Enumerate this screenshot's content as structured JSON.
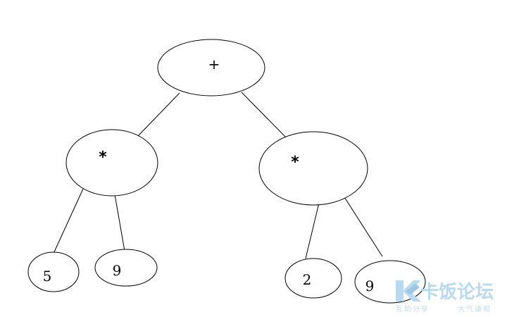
{
  "tree": {
    "root": {
      "label": "+"
    },
    "left_op": {
      "label": "*"
    },
    "right_op": {
      "label": "*"
    },
    "leaves": [
      {
        "label": "5"
      },
      {
        "label": "9"
      },
      {
        "label": "2"
      },
      {
        "label": "9"
      }
    ]
  },
  "watermark": {
    "brand": "卡饭论坛",
    "slogan_left": "互助分享",
    "slogan_right": "大气谦和",
    "accent_color": "#b9d9ee"
  }
}
